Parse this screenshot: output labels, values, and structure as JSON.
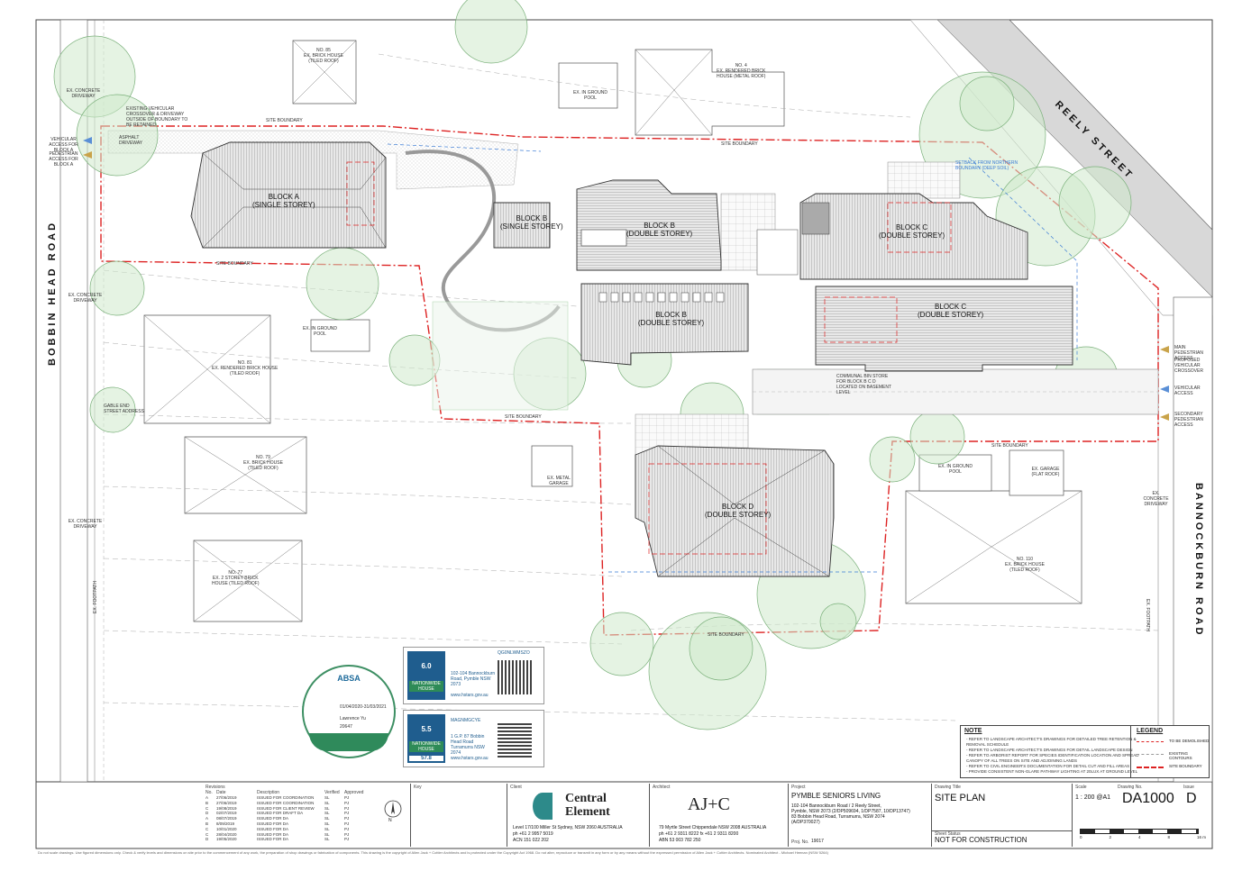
{
  "roads": {
    "bobbin": "BOBBIN HEAD ROAD",
    "reely": "REELY STREET",
    "bannockburn": "BANNOCKBURN ROAD"
  },
  "blocks": {
    "a_name": "BLOCK A",
    "a_type": "(SINGLE STOREY)",
    "b1_name": "BLOCK B",
    "b1_type": "(SINGLE STOREY)",
    "b2_name": "BLOCK B",
    "b2_type": "(DOUBLE STOREY)",
    "b3_name": "BLOCK B",
    "b3_type": "(DOUBLE STOREY)",
    "c1_name": "BLOCK C",
    "c1_type": "(DOUBLE STOREY)",
    "c2_name": "BLOCK C",
    "c2_type": "(DOUBLE STOREY)",
    "d_name": "BLOCK D",
    "d_type": "(DOUBLE STOREY)"
  },
  "labels": {
    "site_boundary": "SITE BOUNDARY",
    "no85": "NO. 85",
    "no85_desc": "EX. BRICK HOUSE",
    "no85_roof": "(TILED ROOF)",
    "no4": "NO. 4",
    "no4_desc": "EX. RENDERED BRICK",
    "no4_roof": "HOUSE (METAL ROOF)",
    "pool1": "EX. IN GROUND POOL",
    "pool2": "EX. IN GROUND POOL",
    "pool3": "EX. IN GROUND POOL",
    "no81": "NO. 81",
    "no81_desc": "EX. RENDERED BRICK HOUSE",
    "no81_roof": "(TILED ROOF)",
    "no79": "NO. 79",
    "no79_desc": "EX. BRICK HOUSE",
    "no79_roof": "(TILED ROOF)",
    "no77": "NO. 77",
    "no77_desc": "EX. 2 STOREY BRICK",
    "no77_roof": "HOUSE (TILED ROOF)",
    "no110": "NO. 110",
    "no110_desc": "EX. BRICK HOUSE",
    "no110_roof": "(TILED ROOF)",
    "ex_metal_garage": "EX. METAL GARAGE",
    "ex_garage": "EX. GARAGE (FLAT ROOF)",
    "ex_concrete_driveway_1": "EX. CONCRETE DRIVEWAY",
    "ex_concrete_driveway_2": "EX. CONCRETE DRIVEWAY",
    "ex_concrete_driveway_3": "EX. CONCRETE DRIVEWAY",
    "ex_concrete_driveway_4": "EX. CONCRETE DRIVEWAY",
    "vehicular_access_a": "VEHICULAR ACCESS FOR BLOCK A",
    "pedestrian_access_a": "PEDESTRIAN ACCESS FOR BLOCK A",
    "gable_end": "GABLE END STREET ADDRESS",
    "main_ped": "MAIN PEDESTRIAN ACCESS",
    "proposed_vehicular": "PROPOSED VEHICULAR CROSSOVER",
    "vehicular_access": "VEHICULAR ACCESS",
    "secondary_ped": "SECONDARY PEDESTRIAN ACCESS",
    "communal_bin": "COMMUNAL BIN STORE FOR BLOCK B C D LOCATED ON BASEMENT LEVEL",
    "existing_crossover": "EXISTING VEHICULAR CROSSOVER & DRIVEWAY OUTSIDE OF BOUNDARY TO BE RETAINED",
    "asphalt_driveway": "ASPHALT DRIVEWAY",
    "setback": "SETBACK FROM NORTHERN BOUNDARY (DEEP SOIL)",
    "ex_footpath": "EX. FOOTPATH"
  },
  "certs": {
    "absa_title": "ABSA",
    "absa_period": "01/04/2020-31/03/2021",
    "absa_assessor": "Lawrence Yu",
    "absa_number": "20647",
    "nathers1_rating": "6.0",
    "nathers1_label": "NATIONWIDE HOUSE",
    "nathers1_id": "QG0NLWMSZO",
    "nathers1_addr": "102-104 Bannockburn Road, Pymble NSW 2073",
    "nathers2_rating": "5.5",
    "nathers2_label": "NATIONWIDE HOUSE",
    "nathers2_mj": "57.8",
    "nathers2_id": "MAGNMGCYE",
    "nathers2_addr": "1 G.P. 87 Bobbin Head Road Turramurra NSW 2074",
    "url": "www.hstars.gov.au"
  },
  "note": {
    "title": "NOTE",
    "lines": [
      "- REFER TO LANDSCAPE ARCHITECT'S DRAWINGS FOR DETAILED TREE RETENTION &",
      "  REMOVAL SCHEDULE",
      "- REFER TO LANDSCAPE ARCHITECT'S DRAWINGS FOR DETAIL LANDSCAPE DESIGN",
      "- REFER TO ARBORIST REPORT FOR SPECIES IDENTIFICATION LOCATION AND SPREAD",
      "  CANOPY OF ALL TREES ON SITE AND ADJOINING LANDS",
      "- REFER TO CIVIL ENGINEER'S DOCUMENTATION FOR DETAIL CUT AND FILL AREAS",
      "- PROVIDE CONSISTENT NON-GLARE PATHWAY LIGHTING AT 20LUX AT GROUND LEVEL"
    ]
  },
  "legend": {
    "title": "LEGEND",
    "items": [
      "TO BE DEMOLISHED",
      "EXISTING CONTOURS",
      "SITE BOUNDARY"
    ]
  },
  "title_block": {
    "revisions_label": "Revisions",
    "rev_cols": [
      "No.",
      "Date",
      "Description",
      "Verified",
      "Approved"
    ],
    "revisions": [
      [
        "A",
        "27/06/2019",
        "ISSUED FOR COORDINATION",
        "SL",
        "PJ"
      ],
      [
        "B",
        "27/06/2019",
        "ISSUED FOR COORDINATION",
        "SL",
        "PJ"
      ],
      [
        "C",
        "19/08/2019",
        "ISSUED FOR CLIENT REVIEW",
        "SL",
        "PJ"
      ],
      [
        "D",
        "02/07/2019",
        "ISSUED FOR DRAFT DA",
        "SL",
        "PJ"
      ],
      [
        "A",
        "08/07/2019",
        "ISSUED FOR DA",
        "SL",
        "PJ"
      ],
      [
        "B",
        "8/09/2019",
        "ISSUED FOR DA",
        "SL",
        "PJ"
      ],
      [
        "C",
        "10/01/2020",
        "ISSUED FOR DA",
        "SL",
        "PJ"
      ],
      [
        "C",
        "28/04/2020",
        "ISSUED FOR DA",
        "SL",
        "PJ"
      ],
      [
        "D",
        "19/05/2020",
        "ISSUED FOR DA",
        "SL",
        "PJ"
      ]
    ],
    "key_label": "Key",
    "north": "N",
    "client_label": "Client",
    "client_name_1": "Central",
    "client_name_2": "Element",
    "client_address": "Level 17/100 Miller St Sydney, NSW 2060 AUSTRALIA",
    "client_phone": "ph +61 2 9957 5019",
    "client_acn": "ACN 151 022 202",
    "architect_label": "Architect",
    "architect_logo": "AJ+C",
    "architect_address": "79 Myrtle Street Chippendale NSW 2008 AUSTRALIA",
    "architect_phone": "ph +61 2 9311 8222  fx +61 2 9311 8200",
    "architect_abn": "ABN 53 003 782 250",
    "project_label": "Project",
    "project_name": "PYMBLE SENIORS LIVING",
    "project_line1": "102-104 Bannockburn Road / 2 Reely Street,",
    "project_line2": "Pymble, NSW 2073 (2/DP509694, 1/DP7587, 10/DP13747)",
    "project_line3": "83 Bobbin Head Road, Turramurra, NSW 2074",
    "project_line4": "(A/DP370027)",
    "proj_no_label": "Proj. No.",
    "proj_no": "19017",
    "drawing_title_label": "Drawing Title",
    "drawing_title": "SITE PLAN",
    "sheet_status_label": "Sheet Status",
    "sheet_status": "NOT FOR CONSTRUCTION",
    "scale_label": "Scale",
    "scale": "1 : 200 @A1",
    "drawing_no_label": "Drawing No.",
    "drawing_no": "DA1000",
    "issue_label": "Issue",
    "issue": "D",
    "scale_bar": [
      "0",
      "2",
      "4",
      "8",
      "16 m"
    ]
  },
  "footer": "Do not scale drawings. Use figured dimensions only. Check & verify levels and dimensions on site prior to the commencement of any work, the preparation of shop drawings or fabrication of components. This drawing is the copyright of Allen Jack + Cottier Architects and is protected under the Copyright Act 1968. Do not alter, reproduce or transmit in any form or by any means without the expressed permission of Allen Jack + Cottier Architects. Nominated Architect - Michael Heenan (NSW 5264)"
}
